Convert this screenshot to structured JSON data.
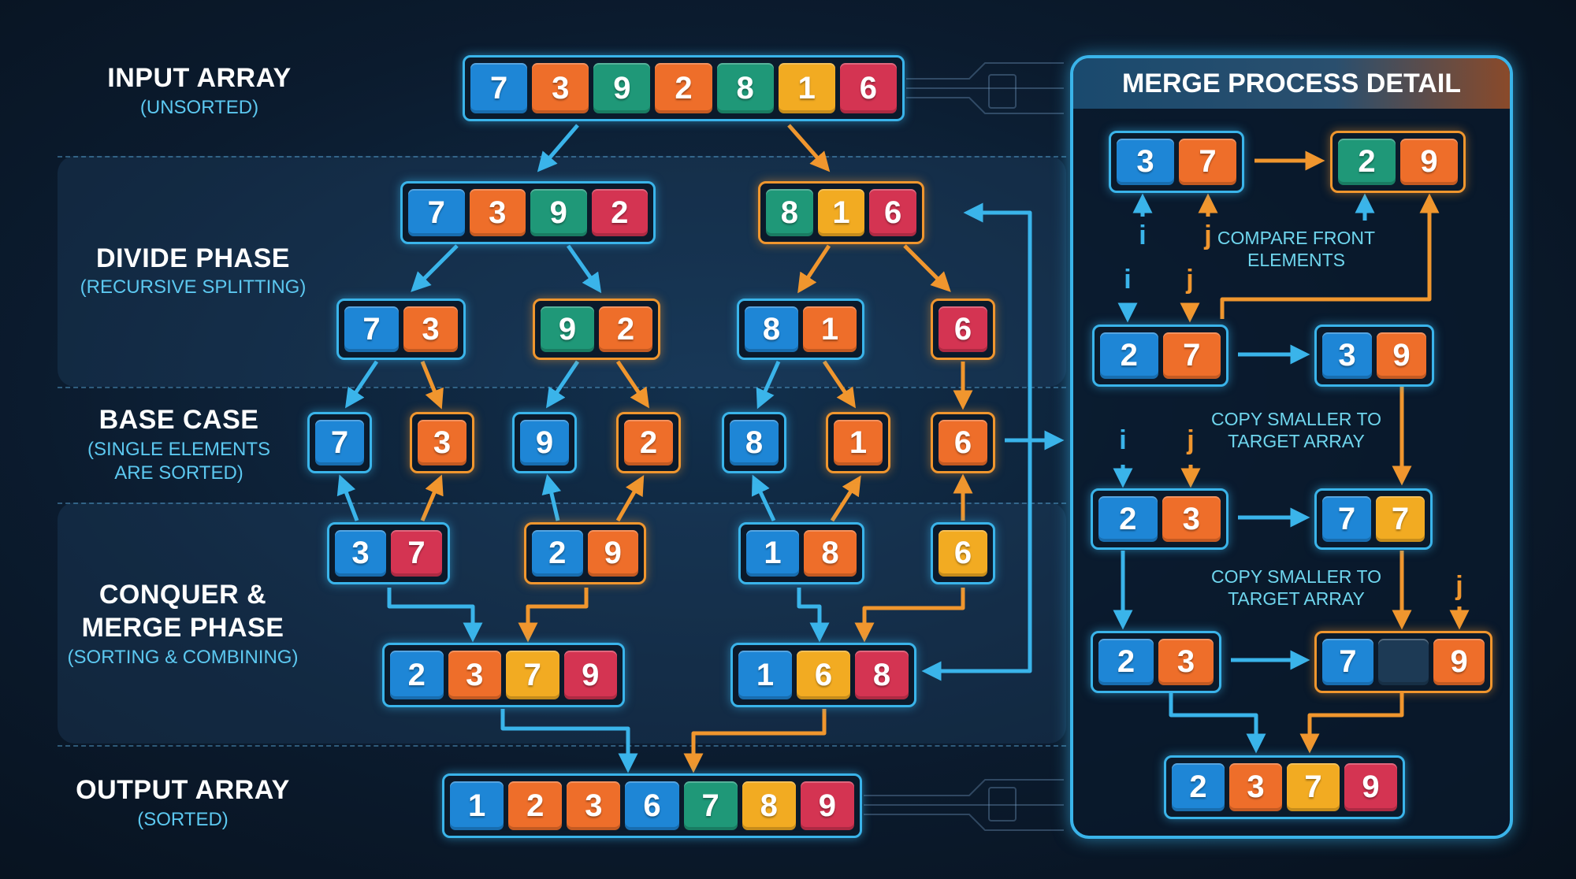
{
  "colors": {
    "blue": "#1e86d6",
    "orange": "#ee6e2a",
    "green": "#1f9878",
    "red": "#d43452",
    "yellow": "#f2ab22",
    "empty": "#1d3a55",
    "border_blue": "#3ab4ea",
    "border_orange": "#f0962e"
  },
  "labels": {
    "input": {
      "title": "INPUT ARRAY",
      "sub": "(UNSORTED)"
    },
    "divide": {
      "title": "DIVIDE PHASE",
      "sub": "(RECURSIVE SPLITTING)"
    },
    "base": {
      "title": "BASE CASE",
      "sub1": "(SINGLE ELEMENTS",
      "sub2": "ARE SORTED)"
    },
    "conquer": {
      "title1": "CONQUER &",
      "title2": "MERGE PHASE",
      "sub": "(SORTING & COMBINING)"
    },
    "output": {
      "title": "OUTPUT ARRAY",
      "sub": "(SORTED)"
    }
  },
  "panel": {
    "title": "MERGE PROCESS DETAIL",
    "note_compare": "COMPARE FRONT ELEMENTS",
    "note_copy_1": "COPY SMALLER TO TARGET ARRAY",
    "note_copy_2": "COPY SMALLER TO TARGET ARRAY",
    "pointer_i": "i",
    "pointer_j": "j"
  },
  "arrays": [
    {
      "id": "input",
      "border": "blue",
      "cells": [
        [
          7,
          "blue"
        ],
        [
          3,
          "orange"
        ],
        [
          9,
          "green"
        ],
        [
          2,
          "orange"
        ],
        [
          8,
          "green"
        ],
        [
          1,
          "yellow"
        ],
        [
          6,
          "red"
        ]
      ]
    },
    {
      "id": "div-left",
      "border": "blue",
      "cells": [
        [
          7,
          "blue"
        ],
        [
          3,
          "orange"
        ],
        [
          9,
          "green"
        ],
        [
          2,
          "red"
        ]
      ]
    },
    {
      "id": "div-right",
      "border": "orange",
      "cells": [
        [
          8,
          "green"
        ],
        [
          1,
          "yellow"
        ],
        [
          6,
          "red"
        ]
      ]
    },
    {
      "id": "div-73",
      "border": "blue",
      "cells": [
        [
          7,
          "blue"
        ],
        [
          3,
          "orange"
        ]
      ]
    },
    {
      "id": "div-92",
      "border": "orange",
      "cells": [
        [
          9,
          "green"
        ],
        [
          2,
          "orange"
        ]
      ]
    },
    {
      "id": "div-81",
      "border": "blue",
      "cells": [
        [
          8,
          "blue"
        ],
        [
          1,
          "orange"
        ]
      ]
    },
    {
      "id": "div-6",
      "border": "orange",
      "cells": [
        [
          6,
          "red"
        ]
      ]
    },
    {
      "id": "base-7",
      "border": "blue",
      "cells": [
        [
          7,
          "blue"
        ]
      ]
    },
    {
      "id": "base-3",
      "border": "orange",
      "cells": [
        [
          3,
          "orange"
        ]
      ]
    },
    {
      "id": "base-9",
      "border": "blue",
      "cells": [
        [
          9,
          "blue"
        ]
      ]
    },
    {
      "id": "base-2",
      "border": "orange",
      "cells": [
        [
          2,
          "orange"
        ]
      ]
    },
    {
      "id": "base-8",
      "border": "blue",
      "cells": [
        [
          8,
          "blue"
        ]
      ]
    },
    {
      "id": "base-1",
      "border": "orange",
      "cells": [
        [
          1,
          "orange"
        ]
      ]
    },
    {
      "id": "base-6",
      "border": "orange",
      "cells": [
        [
          6,
          "orange"
        ]
      ]
    },
    {
      "id": "mrg-37",
      "border": "blue",
      "cells": [
        [
          3,
          "blue"
        ],
        [
          7,
          "red"
        ]
      ]
    },
    {
      "id": "mrg-29",
      "border": "orange",
      "cells": [
        [
          2,
          "blue"
        ],
        [
          9,
          "orange"
        ]
      ]
    },
    {
      "id": "mrg-18",
      "border": "blue",
      "cells": [
        [
          1,
          "blue"
        ],
        [
          8,
          "orange"
        ]
      ]
    },
    {
      "id": "mrg-6",
      "border": "blue",
      "cells": [
        [
          6,
          "yellow"
        ]
      ]
    },
    {
      "id": "mrg-2379",
      "border": "blue",
      "cells": [
        [
          2,
          "blue"
        ],
        [
          3,
          "orange"
        ],
        [
          7,
          "yellow"
        ],
        [
          9,
          "red"
        ]
      ]
    },
    {
      "id": "mrg-168",
      "border": "blue",
      "cells": [
        [
          1,
          "blue"
        ],
        [
          6,
          "yellow"
        ],
        [
          8,
          "red"
        ]
      ]
    },
    {
      "id": "output",
      "border": "blue",
      "cells": [
        [
          1,
          "blue"
        ],
        [
          2,
          "orange"
        ],
        [
          3,
          "orange"
        ],
        [
          6,
          "blue"
        ],
        [
          7,
          "green"
        ],
        [
          8,
          "yellow"
        ],
        [
          9,
          "red"
        ]
      ]
    },
    {
      "id": "p-37",
      "border": "blue",
      "cells": [
        [
          3,
          "blue"
        ],
        [
          7,
          "orange"
        ]
      ]
    },
    {
      "id": "p-29",
      "border": "orange",
      "cells": [
        [
          2,
          "green"
        ],
        [
          9,
          "orange"
        ]
      ]
    },
    {
      "id": "p-27",
      "border": "blue",
      "cells": [
        [
          2,
          "blue"
        ],
        [
          7,
          "orange"
        ]
      ]
    },
    {
      "id": "p-39",
      "border": "blue",
      "cells": [
        [
          3,
          "blue"
        ],
        [
          9,
          "orange"
        ]
      ]
    },
    {
      "id": "p-23a",
      "border": "blue",
      "cells": [
        [
          2,
          "blue"
        ],
        [
          3,
          "orange"
        ]
      ]
    },
    {
      "id": "p-77",
      "border": "blue",
      "cells": [
        [
          7,
          "blue"
        ],
        [
          7,
          "yellow"
        ]
      ]
    },
    {
      "id": "p-23b",
      "border": "blue",
      "cells": [
        [
          2,
          "blue"
        ],
        [
          3,
          "orange"
        ]
      ]
    },
    {
      "id": "p-7e9",
      "border": "orange",
      "cells": [
        [
          7,
          "blue"
        ],
        [
          "",
          "empty"
        ],
        [
          9,
          "orange"
        ]
      ]
    },
    {
      "id": "p-2379",
      "border": "blue",
      "cells": [
        [
          2,
          "blue"
        ],
        [
          3,
          "orange"
        ],
        [
          7,
          "yellow"
        ],
        [
          9,
          "red"
        ]
      ]
    }
  ]
}
